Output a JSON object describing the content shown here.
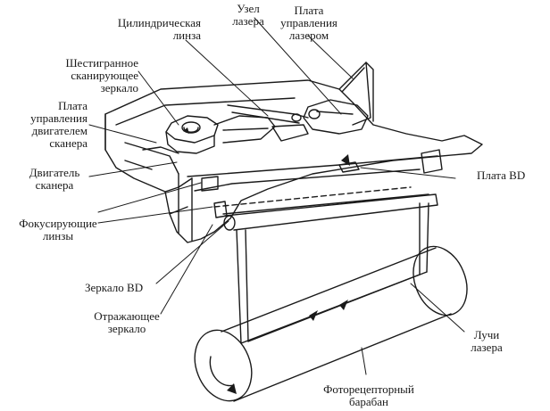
{
  "labels": {
    "laser_unit": "Узел\nлазера",
    "laser_control_board": "Плата\nуправления\nлазером",
    "cylindrical_lens": "Цилиндрическая\nлинза",
    "hexagonal_mirror": "Шестигранное\nсканирующее\nзеркало",
    "scanner_motor_board": "Плата\nуправления\nдвигателем\nсканера",
    "bd_board": "Плата BD",
    "scanner_motor": "Двигатель\nсканера",
    "focusing_lenses": "Фокусирующие\nлинзы",
    "bd_mirror": "Зеркало BD",
    "reflecting_mirror": "Отражающее\nзеркало",
    "laser_beams": "Лучи\nлазера",
    "photoreceptor_drum": "Фоторецепторный\nбарабан"
  }
}
